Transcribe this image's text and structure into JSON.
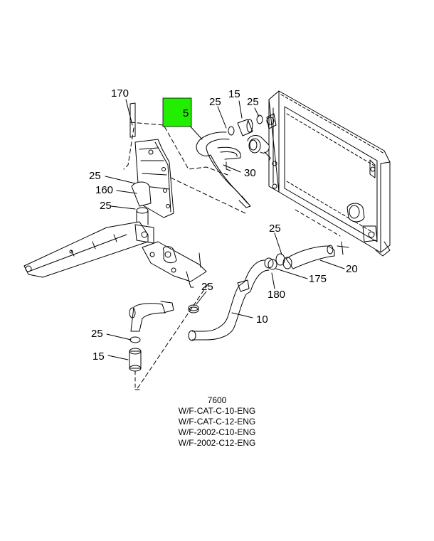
{
  "diagram": {
    "callouts": {
      "c170": "170",
      "c5": "5",
      "c25_top_a": "25",
      "c15_top": "15",
      "c25_top_b": "25",
      "c30": "30",
      "c25_left_a": "25",
      "c160": "160",
      "c25_left_b": "25",
      "c25_right": "25",
      "c20": "20",
      "c175": "175",
      "c180": "180",
      "c25_mid": "25",
      "c10": "10",
      "c25_lower": "25",
      "c15_lower": "15"
    },
    "highlight_color": "#22ee00",
    "line_color": "#000000"
  },
  "caption": {
    "figure": "7600",
    "lines": [
      "W/F-CAT-C-10-ENG",
      "W/F-CAT-C-12-ENG",
      "W/F-2002-C10-ENG",
      "W/F-2002-C12-ENG"
    ]
  }
}
